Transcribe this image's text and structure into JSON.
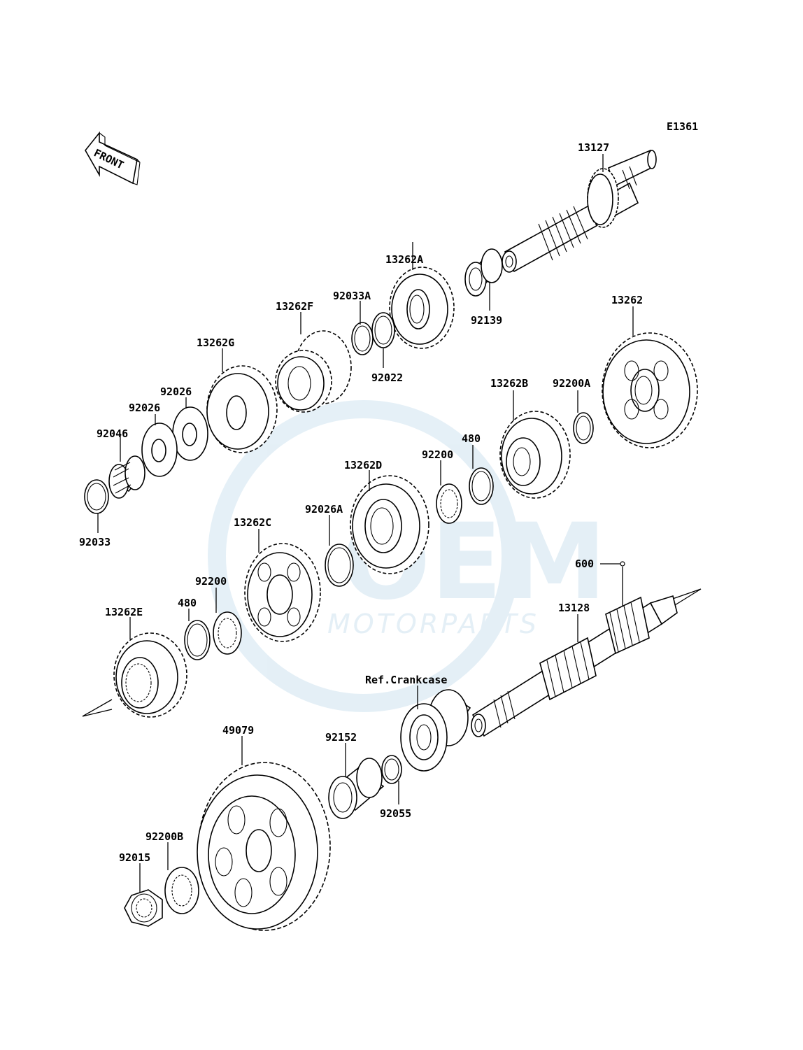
{
  "diagram_code": "E1361",
  "front_label": "FRONT",
  "watermark": {
    "brand": "OEM",
    "sub": "MOTORPARTS",
    "color": "#cfe3f0"
  },
  "labels": {
    "p13127": "13127",
    "p13262A": "13262A",
    "p92033A": "92033A",
    "p92139": "92139",
    "p13262F": "13262F",
    "p13262": "13262",
    "p92022": "92022",
    "p13262G": "13262G",
    "p92026a": "92026",
    "p92026b": "92026",
    "p92046": "92046",
    "p92033": "92033",
    "p13262B": "13262B",
    "p92200A": "92200A",
    "p480a": "480",
    "p92200a": "92200",
    "p13262D": "13262D",
    "p92026A": "92026A",
    "p13262C": "13262C",
    "p92200b": "92200",
    "p480b": "480",
    "p13262E": "13262E",
    "p600": "600",
    "p13128": "13128",
    "refCrankcase": "Ref.Crankcase",
    "p49079": "49079",
    "p92152": "92152",
    "p92055": "92055",
    "p92200B": "92200B",
    "p92015": "92015"
  }
}
